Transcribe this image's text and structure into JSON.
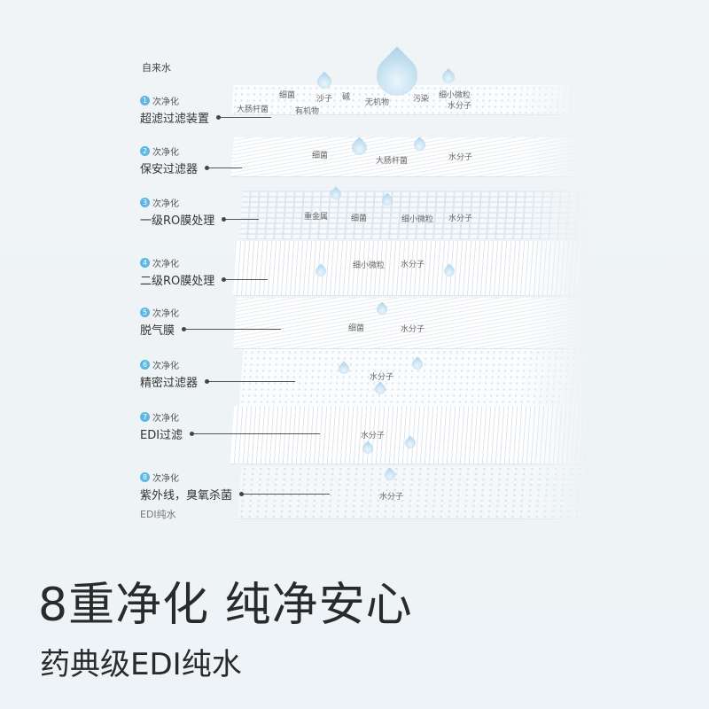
{
  "source_label": "自来水",
  "output_label": "EDI纯水",
  "step_suffix": "次净化",
  "steps": [
    {
      "num": "1",
      "name": "超滤过滤装置",
      "particles": [
        "细菌",
        "沙子",
        "碱",
        "无机物",
        "污染",
        "细小微粒",
        "大肠杆菌",
        "有机物",
        "水分子"
      ]
    },
    {
      "num": "2",
      "name": "保安过滤器",
      "particles": [
        "细菌",
        "大肠杆菌",
        "水分子"
      ]
    },
    {
      "num": "3",
      "name": "一级RO膜处理",
      "particles": [
        "重金属",
        "细菌",
        "细小微粒",
        "水分子"
      ]
    },
    {
      "num": "4",
      "name": "二级RO膜处理",
      "particles": [
        "细小微粒",
        "水分子"
      ]
    },
    {
      "num": "5",
      "name": "脱气膜",
      "particles": [
        "细菌",
        "水分子"
      ]
    },
    {
      "num": "6",
      "name": "精密过滤器",
      "particles": [
        "水分子"
      ]
    },
    {
      "num": "7",
      "name": "EDI过滤",
      "particles": [
        "水分子"
      ]
    },
    {
      "num": "8",
      "name": "紫外线，臭氧杀菌",
      "particles": [
        "水分子"
      ]
    }
  ],
  "headline": "8重净化 纯净安心",
  "subheadline": "药典级EDI纯水",
  "colors": {
    "accent": "#5db7e4",
    "droplet": "#9ccbe6",
    "background": "#eef3f6"
  }
}
